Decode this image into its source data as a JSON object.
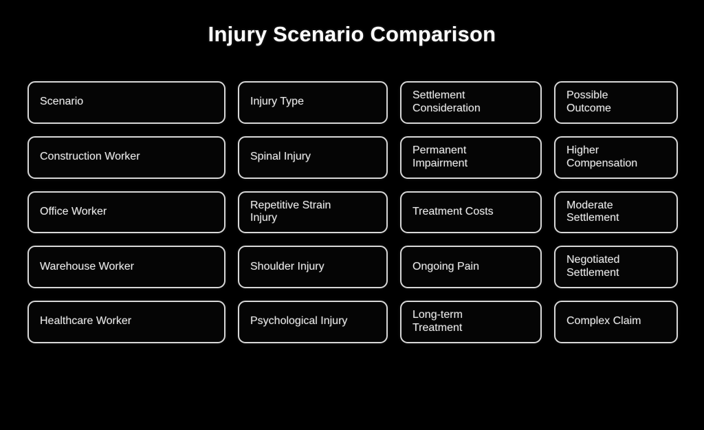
{
  "page": {
    "title": "Injury Scenario Comparison",
    "background_color": "#000000",
    "border_color": "#d8d8d8",
    "text_color": "#ededed"
  },
  "table": {
    "columns": [
      "Scenario",
      "Injury Type",
      "Settlement Consideration",
      "Possible Outcome"
    ],
    "headers": [
      {
        "lines": [
          "Scenario"
        ]
      },
      {
        "lines": [
          "Injury Type"
        ]
      },
      {
        "lines": [
          "Settlement",
          "Consideration"
        ]
      },
      {
        "lines": [
          "Possible",
          "Outcome"
        ]
      }
    ],
    "rows": [
      {
        "scenario": {
          "lines": [
            "Construction Worker"
          ]
        },
        "injury_type": {
          "lines": [
            "Spinal Injury"
          ]
        },
        "settlement_consideration": {
          "lines": [
            "Permanent",
            "Impairment"
          ]
        },
        "possible_outcome": {
          "lines": [
            "Higher",
            "Compensation"
          ]
        }
      },
      {
        "scenario": {
          "lines": [
            "Office Worker"
          ]
        },
        "injury_type": {
          "lines": [
            "Repetitive Strain",
            "Injury"
          ]
        },
        "settlement_consideration": {
          "lines": [
            "Treatment Costs"
          ]
        },
        "possible_outcome": {
          "lines": [
            "Moderate",
            "Settlement"
          ]
        }
      },
      {
        "scenario": {
          "lines": [
            "Warehouse Worker"
          ]
        },
        "injury_type": {
          "lines": [
            "Shoulder Injury"
          ]
        },
        "settlement_consideration": {
          "lines": [
            "Ongoing Pain"
          ]
        },
        "possible_outcome": {
          "lines": [
            "Negotiated",
            "Settlement"
          ]
        }
      },
      {
        "scenario": {
          "lines": [
            "Healthcare Worker"
          ]
        },
        "injury_type": {
          "lines": [
            "Psychological Injury"
          ]
        },
        "settlement_consideration": {
          "lines": [
            "Long-term",
            "Treatment"
          ]
        },
        "possible_outcome": {
          "lines": [
            "Complex Claim"
          ]
        }
      }
    ]
  }
}
